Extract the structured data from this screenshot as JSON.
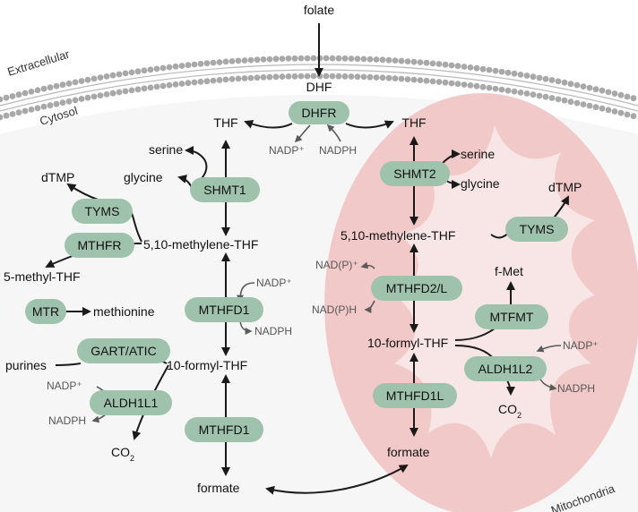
{
  "compartments": {
    "extracellular": "Extracellular",
    "cytosol": "Cytosol",
    "mitochondria": "Mitochondria"
  },
  "metabolites": {
    "folate": "folate",
    "dhf": "DHF",
    "thf_cyto": "THF",
    "thf_mito": "THF",
    "serine_cyto": "serine",
    "glycine_cyto": "glycine",
    "serine_mito": "serine",
    "glycine_mito": "glycine",
    "dtmp_cyto": "dTMP",
    "dtmp_mito": "dTMP",
    "methylene_thf_cyto": "5,10-methylene-THF",
    "methylene_thf_mito": "5,10-methylene-THF",
    "methyl_thf": "5-methyl-THF",
    "methionine": "methionine",
    "purines": "purines",
    "formyl_thf_cyto": "10-formyl-THF",
    "formyl_thf_mito": "10-formyl-THF",
    "fmet": "f-Met",
    "formate_cyto": "formate",
    "formate_mito": "formate",
    "co2_cyto": "CO",
    "co2_mito": "CO",
    "co2_sub": "2"
  },
  "cofactors": {
    "dhfr_nadp": "NADP⁺",
    "dhfr_nadph": "NADPH",
    "mthfd1_nadp": "NADP⁺",
    "mthfd1_nadph": "NADPH",
    "aldh1l1_nadp": "NADP⁺",
    "aldh1l1_nadph": "NADPH",
    "mthfd2_nadp": "NAD(P)⁺",
    "mthfd2_nadph": "NAD(P)H",
    "aldh1l2_nadp": "NADP⁺",
    "aldh1l2_nadph": "NADPH"
  },
  "enzymes": {
    "dhfr": "DHFR",
    "shmt1": "SHMT1",
    "tyms_cyto": "TYMS",
    "mthfr": "MTHFR",
    "mtr": "MTR",
    "mthfd1_upper": "MTHFD1",
    "gart_atic": "GART/ATIC",
    "aldh1l1": "ALDH1L1",
    "mthfd1_lower": "MTHFD1",
    "shmt2": "SHMT2",
    "tyms_mito": "TYMS",
    "mthfd2l": "MTHFD2/L",
    "mtfmt": "MTFMT",
    "aldh1l2": "ALDH1L2",
    "mthfd1l": "MTHFD1L"
  },
  "colors": {
    "enzyme_fill": "#9fc2ad",
    "mitochondria_outer": "#f2c9c9",
    "mitochondria_inner": "#f8e6e6",
    "membrane": "#a8a8a8",
    "cytosol_bg": "#f6f6f6",
    "arrow": "#1a1a1a",
    "cofactor_arrow": "#5a5a5a"
  }
}
